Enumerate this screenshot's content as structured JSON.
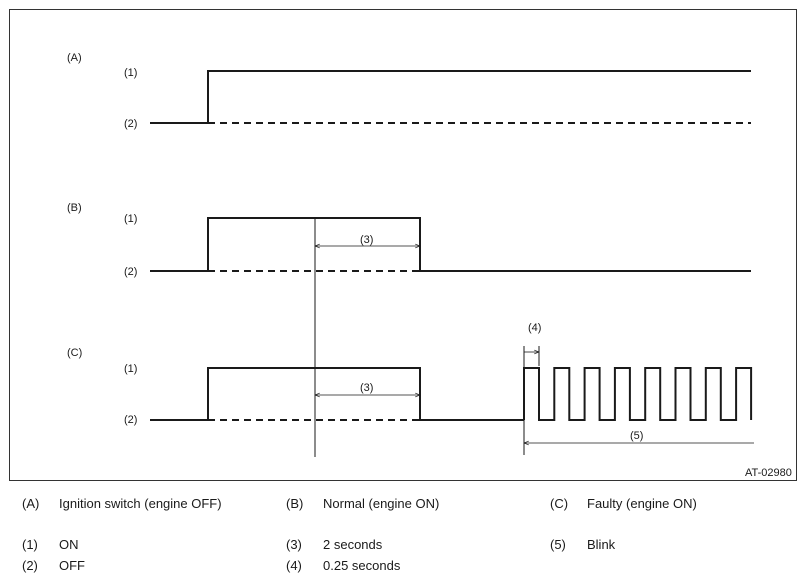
{
  "panels": [
    {
      "id": "A",
      "label": "(A)",
      "level_on": "(1)",
      "level_off": "(2)"
    },
    {
      "id": "B",
      "label": "(B)",
      "level_on": "(1)",
      "level_off": "(2)"
    },
    {
      "id": "C",
      "label": "(C)",
      "level_on": "(1)",
      "level_off": "(2)"
    }
  ],
  "dimensions": {
    "b_duration": "(3)",
    "c_duration": "(3)",
    "blink_period": "(4)",
    "blink_span": "(5)"
  },
  "figure_id": "AT-02980",
  "legend": [
    {
      "key": "(A)",
      "text": "Ignition switch (engine OFF)"
    },
    {
      "key": "(B)",
      "text": "Normal (engine ON)"
    },
    {
      "key": "(C)",
      "text": "Faulty (engine ON)"
    },
    {
      "key": "(1)",
      "text": "ON"
    },
    {
      "key": "(3)",
      "text": "2 seconds"
    },
    {
      "key": "(5)",
      "text": "Blink"
    },
    {
      "key": "(2)",
      "text": "OFF"
    },
    {
      "key": "(4)",
      "text": "0.25 seconds"
    }
  ],
  "colors": {
    "line": "#1a1a1a"
  }
}
